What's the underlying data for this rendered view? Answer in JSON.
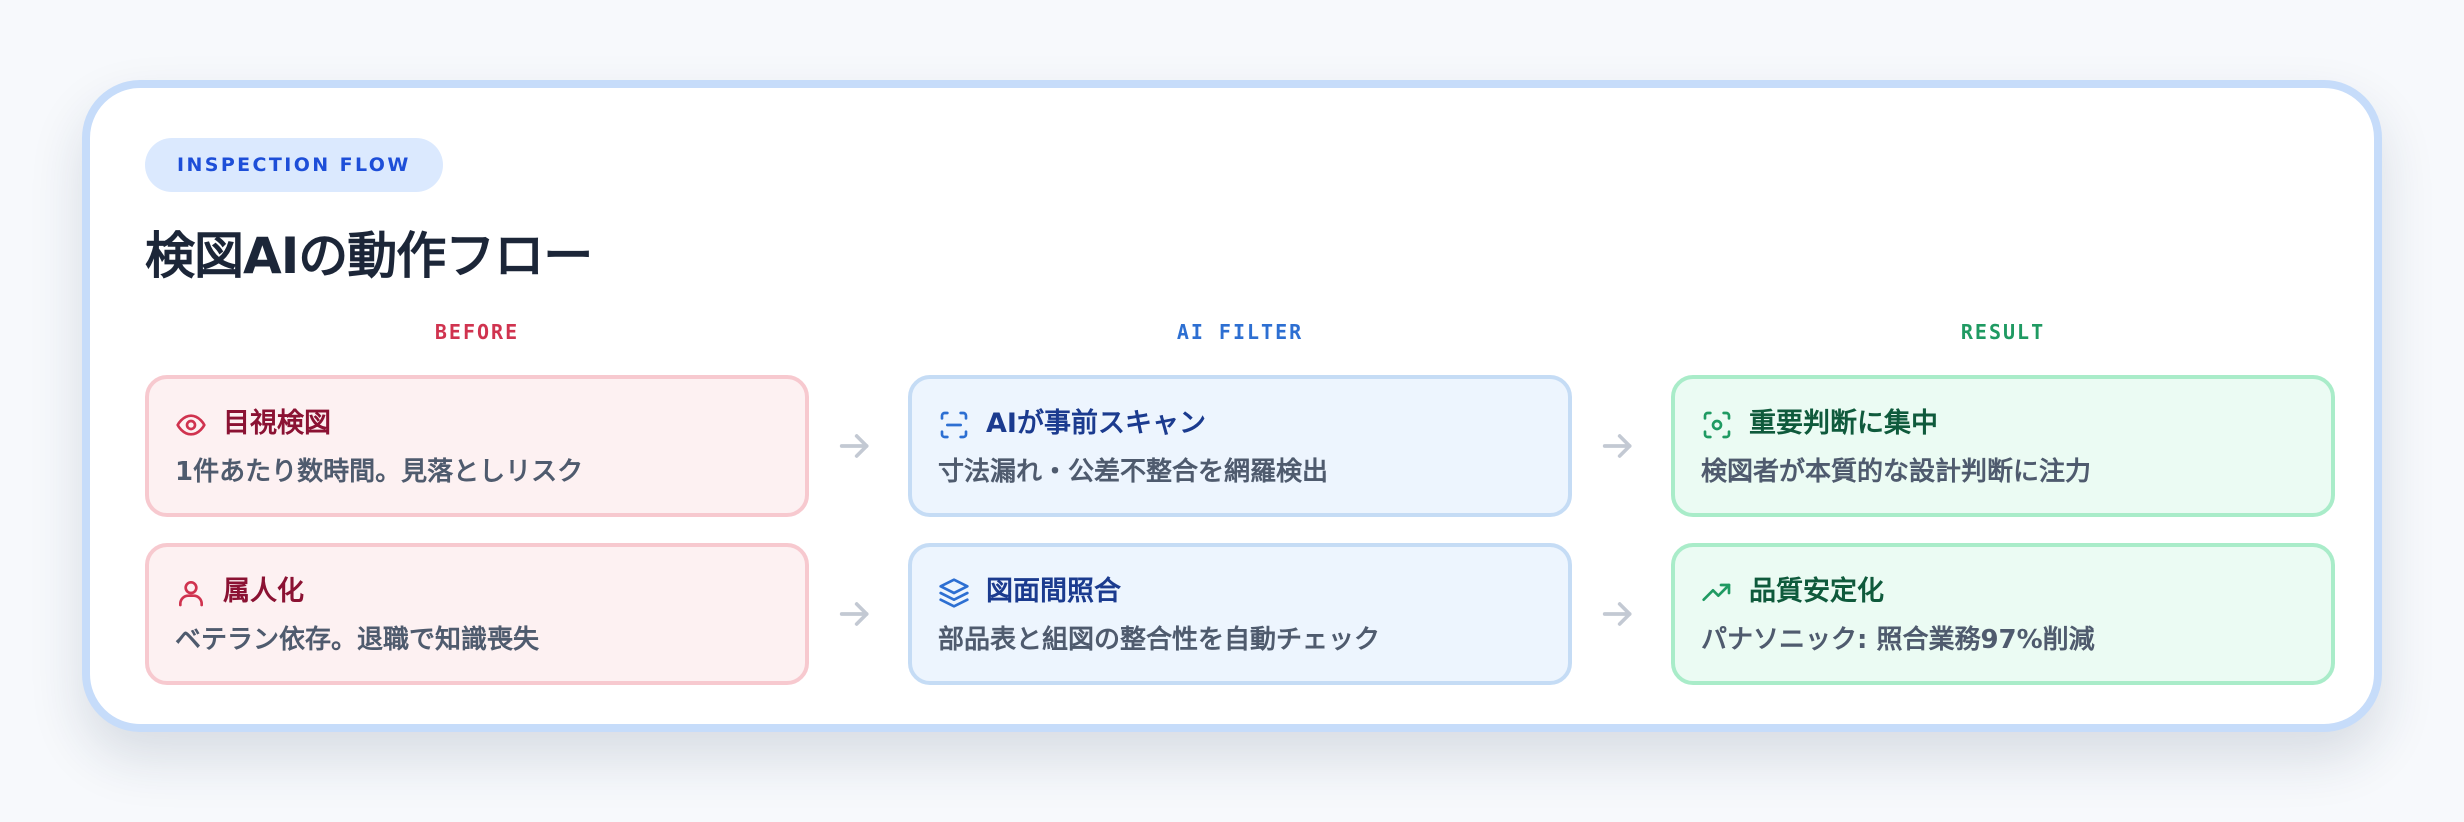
{
  "badge": "INSPECTION FLOW",
  "title": "検図AIの動作フロー",
  "columns": {
    "before": "BEFORE",
    "ai": "AI FILTER",
    "result": "RESULT"
  },
  "rows": [
    {
      "before": {
        "icon": "eye-icon",
        "title": "目視検図",
        "desc": "1件あたり数時間。見落としリスク"
      },
      "ai": {
        "icon": "scan-icon",
        "title": "AIが事前スキャン",
        "desc": "寸法漏れ・公差不整合を網羅検出"
      },
      "result": {
        "icon": "focus-icon",
        "title": "重要判断に集中",
        "desc": "検図者が本質的な設計判断に注力"
      }
    },
    {
      "before": {
        "icon": "user-icon",
        "title": "属人化",
        "desc": "ベテラン依存。退職で知識喪失"
      },
      "ai": {
        "icon": "layers-icon",
        "title": "図面間照合",
        "desc": "部品表と組図の整合性を自動チェック"
      },
      "result": {
        "icon": "trending-up-icon",
        "title": "品質安定化",
        "desc": "パナソニック: 照合業務97%削減"
      }
    }
  ],
  "colors": {
    "before": "#d0334f",
    "ai": "#2d6fd2",
    "result": "#1f9a62",
    "arrow": "#c3c9d3"
  }
}
